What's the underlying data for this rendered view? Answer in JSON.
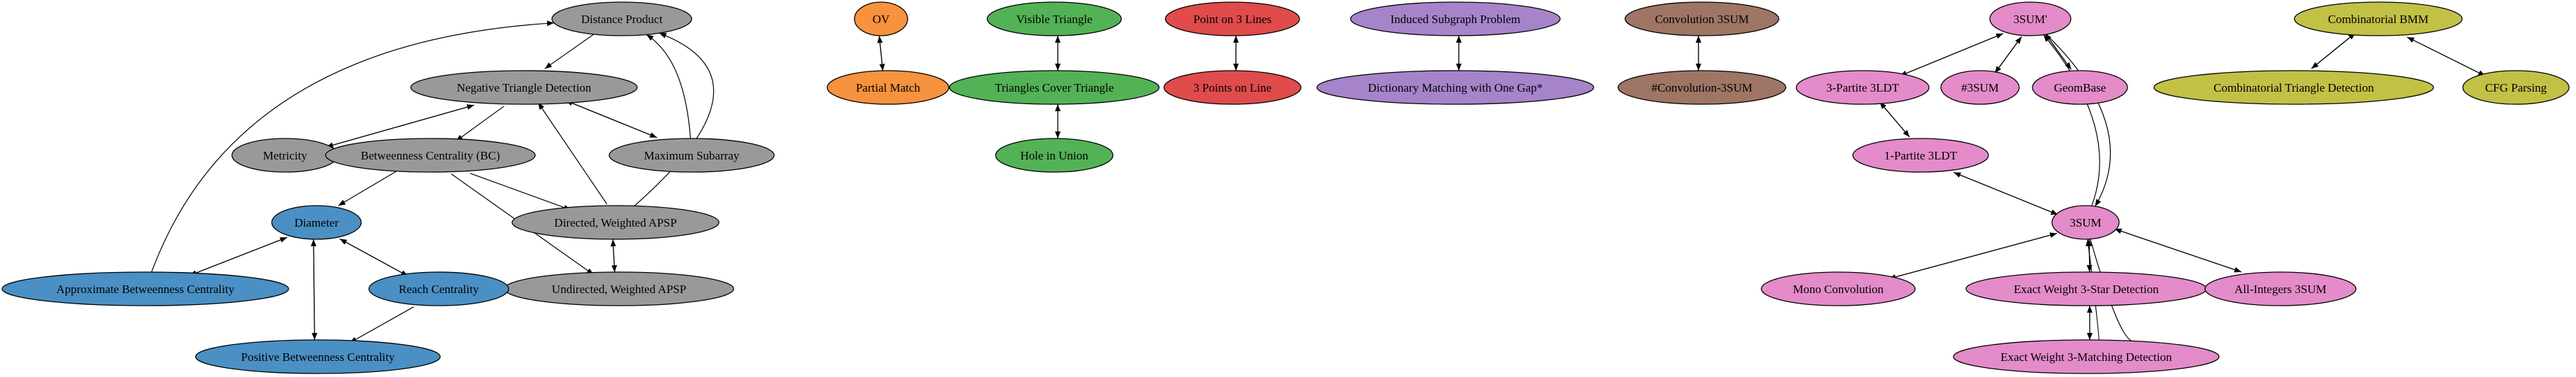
{
  "groups": {
    "gray": "#999999",
    "blue": "#4a90c4",
    "orange": "#f7923e",
    "green": "#53b256",
    "red": "#e04b4b",
    "purple": "#a584c9",
    "brown": "#9f7565",
    "pink": "#e48bca",
    "olive": "#c1c146"
  },
  "nodes": [
    {
      "id": "dp",
      "label": "Distance Product",
      "group": "gray"
    },
    {
      "id": "ntd",
      "label": "Negative Triangle Detection",
      "group": "gray"
    },
    {
      "id": "met",
      "label": "Metricity",
      "group": "gray"
    },
    {
      "id": "bc",
      "label": "Betweenness Centrality (BC)",
      "group": "gray"
    },
    {
      "id": "ms",
      "label": "Maximum Subarray",
      "group": "gray"
    },
    {
      "id": "dwa",
      "label": "Directed, Weighted APSP",
      "group": "gray"
    },
    {
      "id": "uwa",
      "label": "Undirected, Weighted APSP",
      "group": "gray"
    },
    {
      "id": "dia",
      "label": "Diameter",
      "group": "blue"
    },
    {
      "id": "abc",
      "label": "Approximate Betweenness Centrality",
      "group": "blue"
    },
    {
      "id": "rc",
      "label": "Reach Centrality",
      "group": "blue"
    },
    {
      "id": "pbc",
      "label": "Positive Betweenness Centrality",
      "group": "blue"
    },
    {
      "id": "ov",
      "label": "OV",
      "group": "orange"
    },
    {
      "id": "pm",
      "label": "Partial Match",
      "group": "orange"
    },
    {
      "id": "vt",
      "label": "Visible Triangle",
      "group": "green"
    },
    {
      "id": "tct",
      "label": "Triangles Cover Triangle",
      "group": "green"
    },
    {
      "id": "hu",
      "label": "Hole in Union",
      "group": "green"
    },
    {
      "id": "p3l",
      "label": "Point on 3 Lines",
      "group": "red"
    },
    {
      "id": "3pl",
      "label": "3 Points on Line",
      "group": "red"
    },
    {
      "id": "isp",
      "label": "Induced Subgraph Problem",
      "group": "purple"
    },
    {
      "id": "dm",
      "label": "Dictionary Matching with One Gap*",
      "group": "purple"
    },
    {
      "id": "c3s",
      "label": "Convolution 3SUM",
      "group": "brown"
    },
    {
      "id": "hc3s",
      "label": "#Convolution-3SUM",
      "group": "brown"
    },
    {
      "id": "s3p",
      "label": "3SUM'",
      "group": "pink"
    },
    {
      "id": "p3l3",
      "label": "3-Partite 3LDT",
      "group": "pink"
    },
    {
      "id": "h3s",
      "label": "#3SUM",
      "group": "pink"
    },
    {
      "id": "gb",
      "label": "GeomBase",
      "group": "pink"
    },
    {
      "id": "p1l3",
      "label": "1-Partite 3LDT",
      "group": "pink"
    },
    {
      "id": "s3",
      "label": "3SUM",
      "group": "pink"
    },
    {
      "id": "mc",
      "label": "Mono Convolution",
      "group": "pink"
    },
    {
      "id": "ew3s",
      "label": "Exact Weight 3-Star Detection",
      "group": "pink"
    },
    {
      "id": "ai3s",
      "label": "All-Integers 3SUM",
      "group": "pink"
    },
    {
      "id": "ew3m",
      "label": "Exact Weight 3-Matching Detection",
      "group": "pink"
    },
    {
      "id": "cbmm",
      "label": "Combinatorial BMM",
      "group": "olive"
    },
    {
      "id": "ctd",
      "label": "Combinatorial Triangle Detection",
      "group": "olive"
    },
    {
      "id": "cfg",
      "label": "CFG Parsing",
      "group": "olive"
    }
  ],
  "edges": [
    {
      "from": "dp",
      "to": "ntd"
    },
    {
      "from": "ntd",
      "to": "met"
    },
    {
      "from": "met",
      "to": "ntd"
    },
    {
      "from": "ntd",
      "to": "bc"
    },
    {
      "from": "ntd",
      "to": "ms"
    },
    {
      "from": "ms",
      "to": "ntd"
    },
    {
      "from": "ms",
      "to": "dp"
    },
    {
      "from": "bc",
      "to": "dia"
    },
    {
      "from": "bc",
      "to": "dwa"
    },
    {
      "from": "bc",
      "to": "uwa"
    },
    {
      "from": "dwa",
      "to": "ntd"
    },
    {
      "from": "dwa",
      "to": "dp"
    },
    {
      "from": "dwa",
      "to": "uwa"
    },
    {
      "from": "uwa",
      "to": "dwa"
    },
    {
      "from": "dia",
      "to": "abc"
    },
    {
      "from": "abc",
      "to": "dia"
    },
    {
      "from": "abc",
      "to": "dp"
    },
    {
      "from": "dia",
      "to": "rc"
    },
    {
      "from": "rc",
      "to": "dia"
    },
    {
      "from": "dia",
      "to": "pbc"
    },
    {
      "from": "pbc",
      "to": "dia"
    },
    {
      "from": "rc",
      "to": "pbc"
    },
    {
      "from": "ov",
      "to": "pm"
    },
    {
      "from": "pm",
      "to": "ov"
    },
    {
      "from": "vt",
      "to": "tct"
    },
    {
      "from": "tct",
      "to": "vt"
    },
    {
      "from": "tct",
      "to": "hu"
    },
    {
      "from": "hu",
      "to": "tct"
    },
    {
      "from": "p3l",
      "to": "3pl"
    },
    {
      "from": "3pl",
      "to": "p3l"
    },
    {
      "from": "isp",
      "to": "dm"
    },
    {
      "from": "dm",
      "to": "isp"
    },
    {
      "from": "c3s",
      "to": "hc3s"
    },
    {
      "from": "hc3s",
      "to": "c3s"
    },
    {
      "from": "s3p",
      "to": "p3l3"
    },
    {
      "from": "p3l3",
      "to": "s3p"
    },
    {
      "from": "s3p",
      "to": "h3s"
    },
    {
      "from": "h3s",
      "to": "s3p"
    },
    {
      "from": "s3p",
      "to": "gb"
    },
    {
      "from": "gb",
      "to": "s3p"
    },
    {
      "from": "s3p",
      "to": "s3"
    },
    {
      "from": "s3",
      "to": "s3p"
    },
    {
      "from": "p3l3",
      "to": "p1l3"
    },
    {
      "from": "p1l3",
      "to": "p3l3"
    },
    {
      "from": "p1l3",
      "to": "s3"
    },
    {
      "from": "s3",
      "to": "p1l3"
    },
    {
      "from": "s3",
      "to": "mc"
    },
    {
      "from": "mc",
      "to": "s3"
    },
    {
      "from": "s3",
      "to": "ew3s"
    },
    {
      "from": "ew3s",
      "to": "s3"
    },
    {
      "from": "s3",
      "to": "ai3s"
    },
    {
      "from": "ai3s",
      "to": "s3"
    },
    {
      "from": "s3",
      "to": "ew3m"
    },
    {
      "from": "ew3m",
      "to": "s3"
    },
    {
      "from": "ew3s",
      "to": "ew3m"
    },
    {
      "from": "ew3m",
      "to": "ew3s"
    },
    {
      "from": "cbmm",
      "to": "ctd"
    },
    {
      "from": "ctd",
      "to": "cbmm"
    },
    {
      "from": "cbmm",
      "to": "cfg"
    },
    {
      "from": "cfg",
      "to": "cbmm"
    }
  ]
}
